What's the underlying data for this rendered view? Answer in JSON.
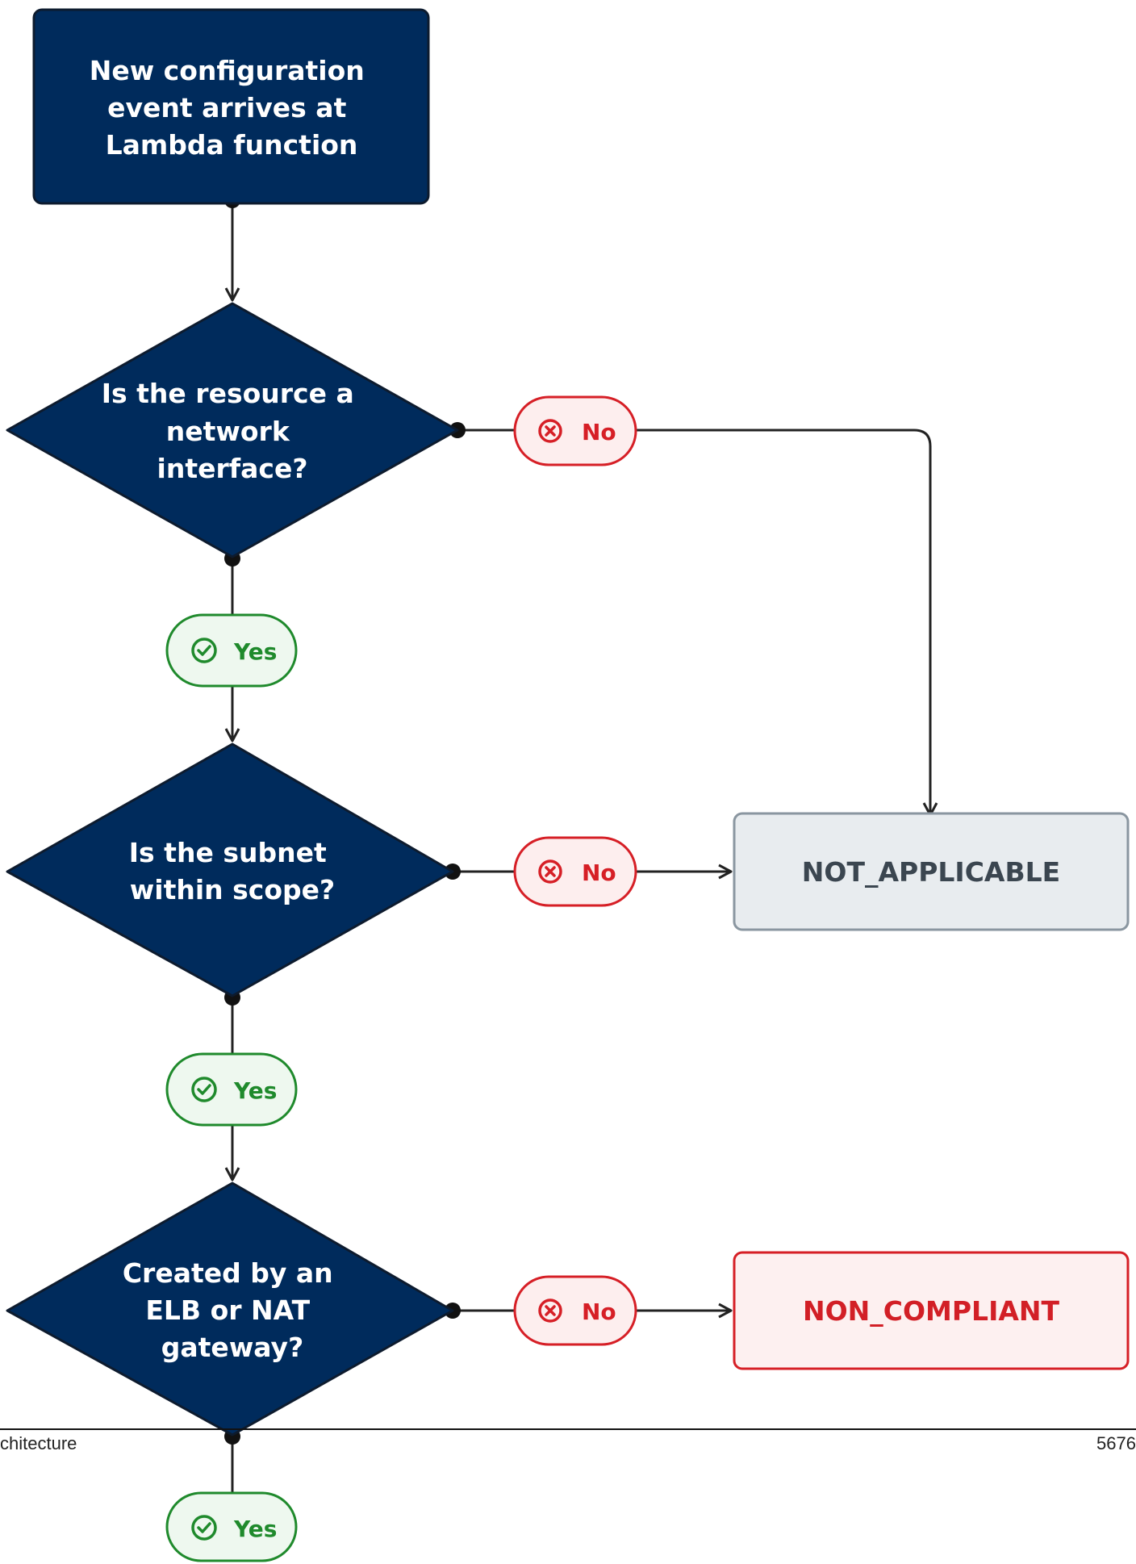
{
  "start": {
    "lines": [
      "New configuration",
      "event arrives at",
      "Lambda function"
    ]
  },
  "decisions": [
    {
      "lines": [
        "Is the resource a",
        "network",
        "interface?"
      ]
    },
    {
      "lines": [
        "Is the subnet",
        "within scope?"
      ]
    },
    {
      "lines": [
        "Created by an",
        "ELB or NAT",
        "gateway?"
      ]
    }
  ],
  "badges": {
    "yes_label": "Yes",
    "no_label": "No"
  },
  "outcomes": {
    "not_applicable": "NOT_APPLICABLE",
    "non_compliant": "NON_COMPLIANT"
  },
  "footer": {
    "left": "chitecture",
    "right": "5676"
  },
  "colors": {
    "navy": "#002b5c",
    "yes_green": "#1f8a2c",
    "yes_fill": "#eef8ef",
    "no_red": "#d61f26",
    "no_fill": "#fdeeee",
    "na_fill": "#e8ecef",
    "na_border": "#8a96a0",
    "na_text": "#3b4650",
    "nc_fill": "#fdf0f0",
    "nc_text": "#d21f26",
    "line": "#222222"
  },
  "icons": {
    "yes": "check-circle-icon",
    "no": "x-circle-icon"
  }
}
